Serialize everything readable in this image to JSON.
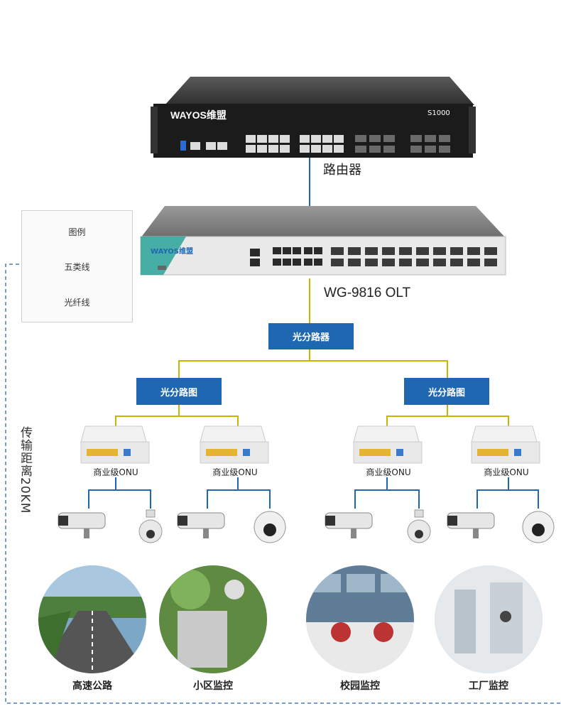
{
  "router": {
    "brand": "WAYOS维盟",
    "model": "S1000",
    "label": "路由器"
  },
  "olt": {
    "brand": "WAYOS维盟",
    "label": "WG-9816 OLT"
  },
  "legend": {
    "title": "图例",
    "items": [
      "五类线",
      "光纤线"
    ]
  },
  "splitters": {
    "main": "光分路器",
    "left": "光分路图",
    "right": "光分路图"
  },
  "onus": [
    "商业级ONU",
    "商业级ONU",
    "商业级ONU",
    "商业级ONU"
  ],
  "distance": "传输距离20KM",
  "scenes": [
    "高速公路",
    "小区监控",
    "校园监控",
    "工厂监控"
  ],
  "colors": {
    "utp": "#1f67b1",
    "fiber": "#c9b400",
    "splitter": "#1f67b1"
  }
}
